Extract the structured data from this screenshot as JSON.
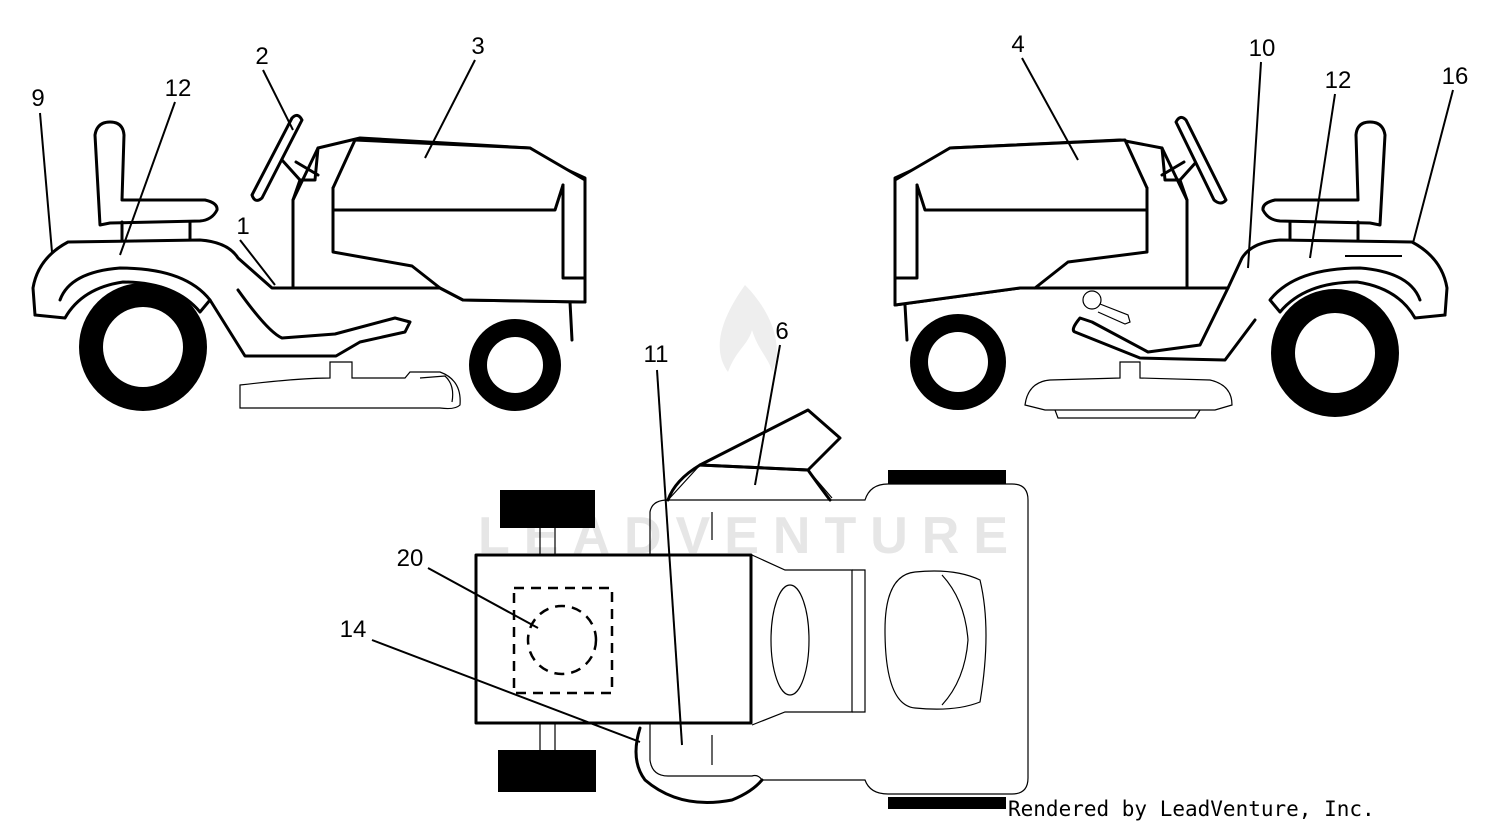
{
  "watermark_text": "LEADVENTURE",
  "credit": "Rendered by LeadVenture, Inc.",
  "callouts": [
    "9",
    "12",
    "2",
    "3",
    "1",
    "4",
    "10",
    "12",
    "16",
    "6",
    "11",
    "20",
    "14"
  ]
}
